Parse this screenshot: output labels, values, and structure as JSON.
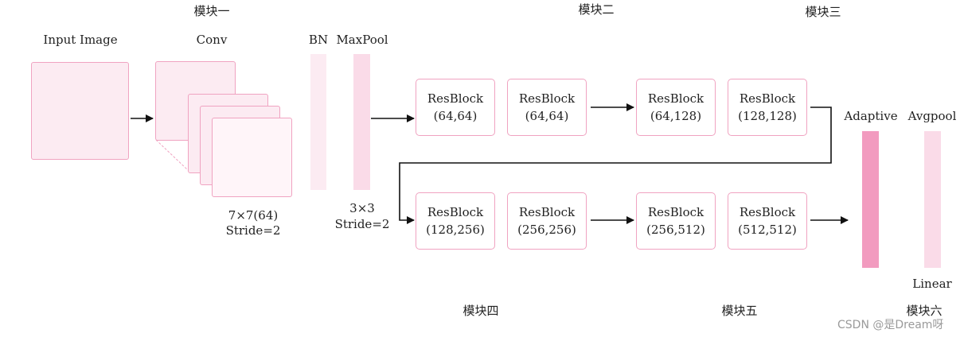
{
  "modules": {
    "m1": "模块一",
    "m2": "模块二",
    "m3": "模块三",
    "m4": "模块四",
    "m5": "模块五",
    "m6": "模块六"
  },
  "labels": {
    "input_image": "Input Image",
    "conv": "Conv",
    "bn": "BN",
    "maxpool": "MaxPool",
    "conv_params_1": "7×7(64)",
    "conv_params_2": "Stride=2",
    "pool_params_1": "3×3",
    "pool_params_2": "Stride=2",
    "adaptive": "Adaptive",
    "avgpool": "Avgpool",
    "linear": "Linear"
  },
  "resblocks": {
    "row1": [
      {
        "name": "ResBlock",
        "dims": "(64,64)"
      },
      {
        "name": "ResBlock",
        "dims": "(64,64)"
      },
      {
        "name": "ResBlock",
        "dims": "(64,128)"
      },
      {
        "name": "ResBlock",
        "dims": "(128,128)"
      }
    ],
    "row2": [
      {
        "name": "ResBlock",
        "dims": "(128,256)"
      },
      {
        "name": "ResBlock",
        "dims": "(256,256)"
      },
      {
        "name": "ResBlock",
        "dims": "(256,512)"
      },
      {
        "name": "ResBlock",
        "dims": "(512,512)"
      }
    ]
  },
  "watermark": "CSDN @是Dream呀",
  "colors": {
    "border_pink": "#f0a3c1",
    "fill_light": "#fcebf2",
    "adaptive_fill": "#f29bbf",
    "arrow": "#111111"
  }
}
